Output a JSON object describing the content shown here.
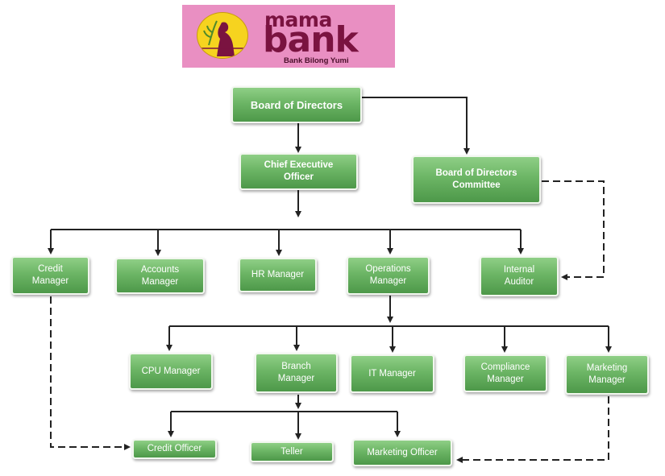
{
  "logo": {
    "mama": "mama",
    "bank": "bank",
    "tagline": "Bank Bilong Yumi",
    "brand_color": "#7a1340",
    "background": "#e98fc2"
  },
  "nodes": {
    "board": "Board of Directors",
    "ceo": "Chief Executive Officer",
    "committee": "Board of Directors Committee",
    "credit_manager": "Credit Manager",
    "accounts_manager": "Accounts Manager",
    "hr_manager": "HR Manager",
    "operations_manager": "Operations Manager",
    "internal_auditor": "Internal Auditor",
    "cpu_manager": "CPU Manager",
    "branch_manager": "Branch Manager",
    "it_manager": "IT Manager",
    "compliance_manager": "Compliance Manager",
    "marketing_manager": "Marketing Manager",
    "credit_officer": "Credit Officer",
    "teller": "Teller",
    "marketing_officer": "Marketing Officer"
  },
  "colors": {
    "box": "#6cb565",
    "line": "#222222"
  }
}
